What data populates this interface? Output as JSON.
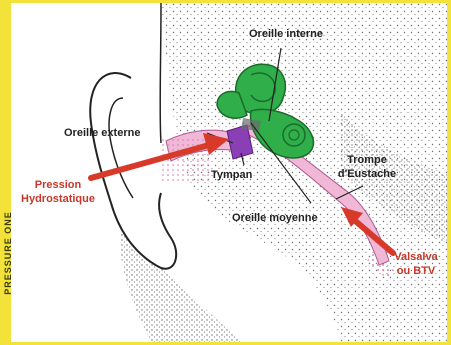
{
  "side_caption": "PRESSURE ONE",
  "labels": {
    "oreille_interne": "Oreille interne",
    "oreille_externe": "Oreille externe",
    "trompe_line1": "Trompe",
    "trompe_line2": "d'Eustache",
    "pression_line1": "Pression",
    "pression_line2": "Hydrostatique",
    "tympan": "Tympan",
    "oreille_moyenne": "Oreille moyenne",
    "valsalva_line1": "Valsalva",
    "valsalva_line2": "ou BTV"
  },
  "colors": {
    "frame": "#f2e23a",
    "arrow_red": "#d83a2a",
    "label_red": "#c8382a",
    "label_dark": "#222222",
    "inner_ear_green": "#2fae4a",
    "canal_pink": "#f0b8d6",
    "tympan_purple": "#8a3fb5"
  }
}
